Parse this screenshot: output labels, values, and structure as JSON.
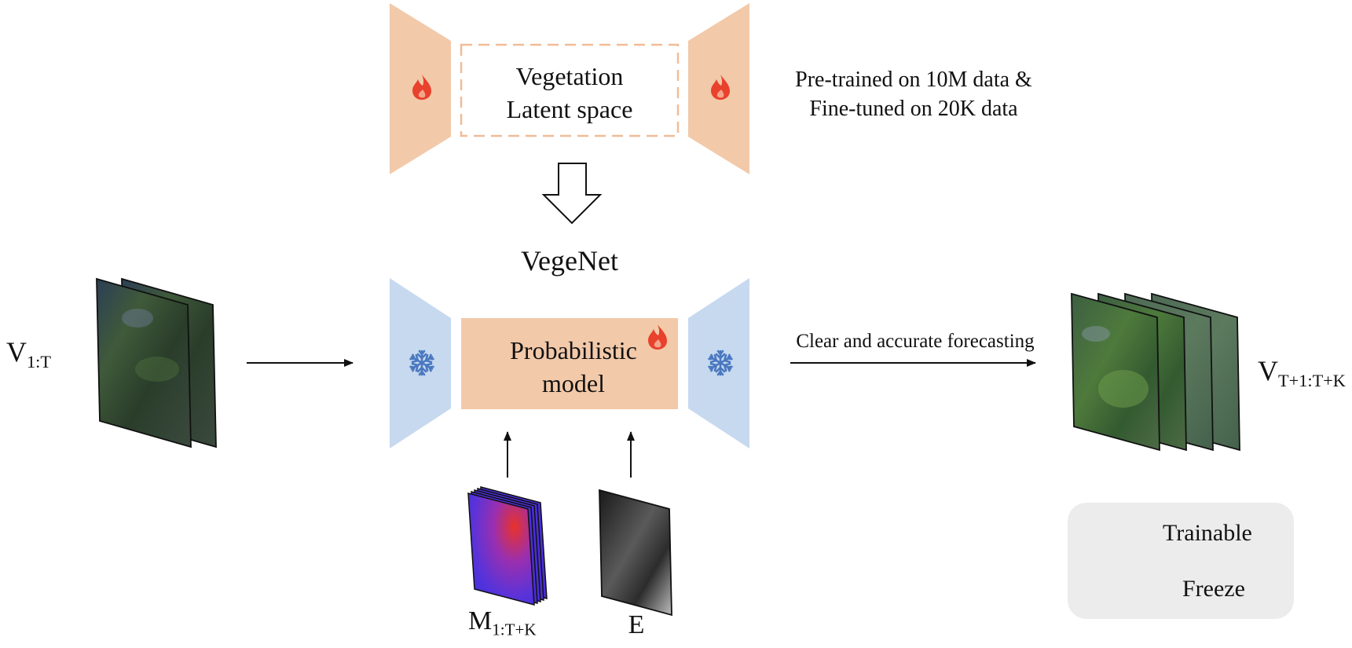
{
  "top": {
    "latent_line1": "Vegetation",
    "latent_line2": "Latent space",
    "note_line1": "Pre-trained on 10M data &",
    "note_line2": "Fine-tuned on 20K data"
  },
  "model": {
    "name": "VegeNet",
    "core_line1": "Probabilistic",
    "core_line2": "model",
    "output_caption": "Clear and accurate forecasting"
  },
  "inputs": {
    "v_main": "V",
    "v_sub": "1:T",
    "m_main": "M",
    "m_sub": "1:T+K",
    "e_label": "E"
  },
  "output": {
    "v_main": "V",
    "v_sub": "T+1:T+K"
  },
  "legend": {
    "trainable": "Trainable",
    "freeze": "Freeze"
  },
  "colors": {
    "orange_block": "#f2c9a9",
    "blue_block": "#c7d9ef",
    "fire": "#e8412c",
    "snowflake": "#4a78c0"
  },
  "icons": [
    "fire-icon",
    "snowflake-icon"
  ]
}
